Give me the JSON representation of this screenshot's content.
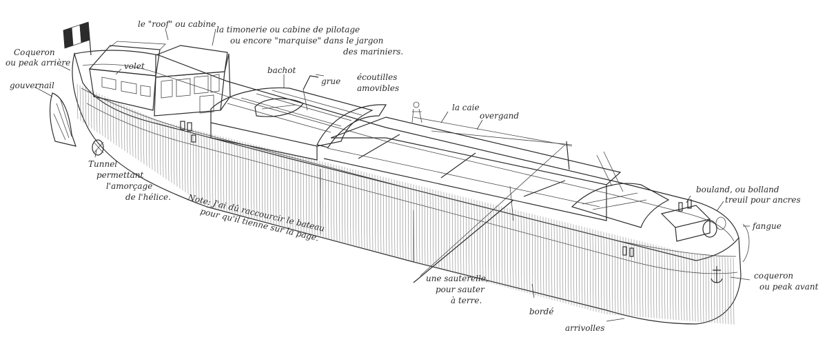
{
  "labels": {
    "roof": "le \"roof\" ou cabine",
    "timonerie_1": "la timonerie ou cabine de pilotage",
    "timonerie_2": "ou encore \"marquise\" dans le jargon",
    "timonerie_3": "des mariniers.",
    "coqueron_ar_1": "Coqueron",
    "coqueron_ar_2": "ou peak arrière",
    "volet": "volet",
    "gouvernail": "gouvernail",
    "bachot": "bachot",
    "grue": "grue",
    "ecoutilles_1": "écoutilles",
    "ecoutilles_2": "amovibles",
    "caie": "la caie",
    "overgand": "overgand",
    "tunnel_1": "Tunnel",
    "tunnel_2": "permettant",
    "tunnel_3": "l'amorçage",
    "tunnel_4": "de l'hélice.",
    "note_1": "Note: J'ai dû raccourcir le bateau",
    "note_2": "pour qu'il tienne sur la page.",
    "bouland": "bouland, ou bolland",
    "treuil": "treuil pour ancres",
    "fangue": "fangue",
    "coqueron_av_1": "coqueron",
    "coqueron_av_2": "ou peak avant",
    "sauterelle_1": "une sauterelle,",
    "sauterelle_2": "pour sauter",
    "sauterelle_3": "à terre.",
    "borde": "bordé",
    "arrivolles": "arrivolles"
  },
  "flag_colors": [
    "#2b2b2b",
    "#ffffff",
    "#2b2b2b"
  ]
}
